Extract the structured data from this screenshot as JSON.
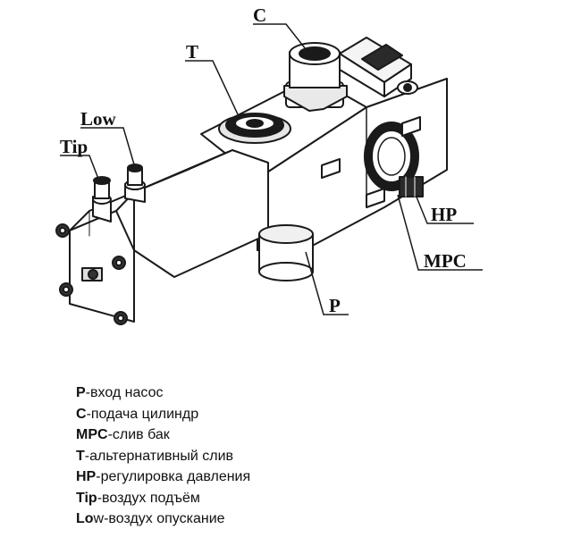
{
  "callouts": {
    "c": "C",
    "t": "T",
    "low": "Low",
    "tip": "Tip",
    "hp": "HP",
    "mpc": "MPC",
    "p": "P"
  },
  "legend": [
    {
      "code": "P",
      "text": "-вход насос"
    },
    {
      "code": "C",
      "text": "-подача цилиндр"
    },
    {
      "code": "MPC",
      "text": "-слив бак"
    },
    {
      "code": "T",
      "text": "-альтернативный слив"
    },
    {
      "code": "HP",
      "text": "-регулировка давления"
    },
    {
      "code": "Tip",
      "text": "-воздух подъём"
    },
    {
      "code": "Lo",
      "text": "w-воздух опускание"
    }
  ]
}
